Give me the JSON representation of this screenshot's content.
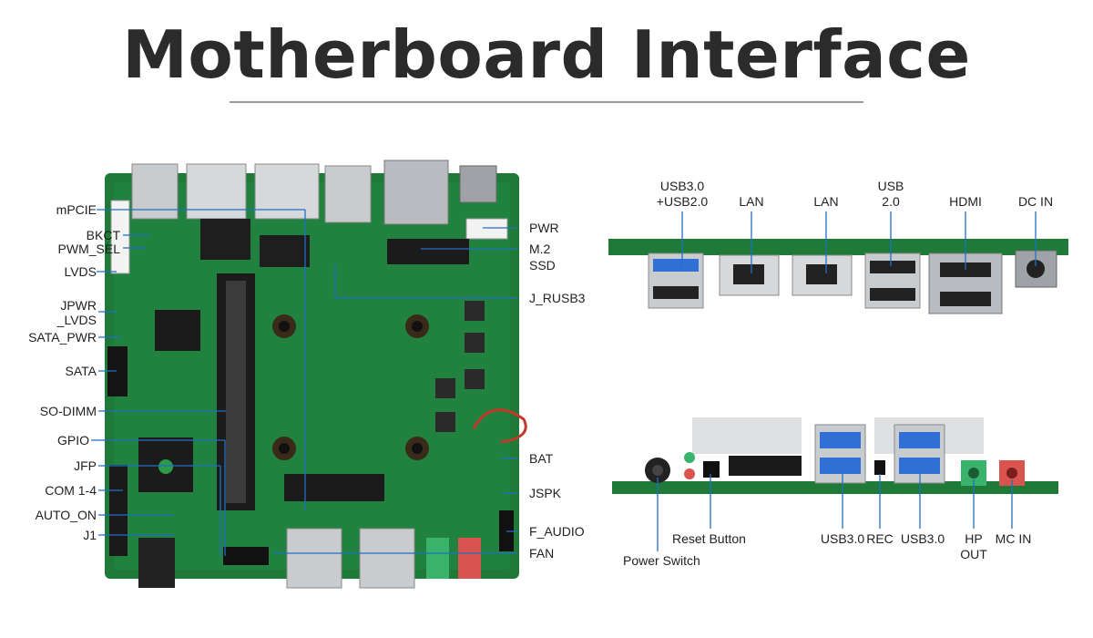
{
  "title": "Motherboard Interface",
  "board_left_labels": [
    "mPCIE",
    "BKCT",
    "PWM_SEL",
    "LVDS",
    "JPWR",
    "_LVDS",
    "SATA_PWR",
    "SATA",
    "SO-DIMM",
    "GPIO",
    "JFP",
    "COM 1-4",
    "AUTO_ON",
    "J1"
  ],
  "board_right_labels": [
    "PWR",
    "M.2",
    "SSD",
    "J_RUSB3",
    "BAT",
    "JSPK",
    "F_AUDIO",
    "FAN"
  ],
  "rear_top_labels": {
    "usb_combo_1": "USB3.0",
    "usb_combo_2": "+USB2.0",
    "lan1": "LAN",
    "lan2": "LAN",
    "usb2_1": "USB",
    "usb2_2": "2.0",
    "hdmi": "HDMI",
    "dcin": "DC IN"
  },
  "front_labels": {
    "reset": "Reset Button",
    "power": "Power Switch",
    "usb3a": "USB3.0",
    "rec": "REC",
    "usb3b": "USB3.0",
    "hp1": "HP",
    "hp2": "OUT",
    "mic": "MC IN"
  },
  "colors": {
    "pcb": "#1f7a38",
    "pcb_dark": "#14532a",
    "leader": "#1f6fc4",
    "usb_blue": "#2f6fd6",
    "metal": "#b8bcc0"
  }
}
